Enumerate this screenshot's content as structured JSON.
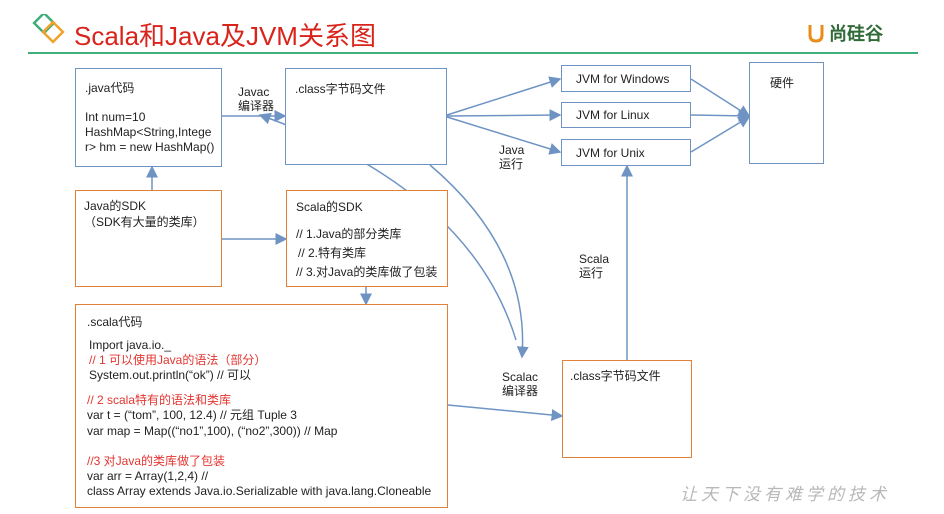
{
  "header": {
    "title": "Scala和Java及JVM关系图",
    "logo_text": "尚硅谷"
  },
  "boxes": {
    "java_code": {
      "title": ".java代码",
      "lines": [
        "Int num=10",
        "HashMap<String,Intege",
        "r> hm = new HashMap()"
      ]
    },
    "class_file_top": {
      "title": ".class字节码文件"
    },
    "jvm_windows": "JVM for Windows",
    "jvm_linux": "JVM for Linux",
    "jvm_unix": "JVM for Unix",
    "hardware": "硬件",
    "java_sdk": {
      "line1": "Java的SDK",
      "line2": "（SDK有大量的类库）"
    },
    "scala_sdk": {
      "title": "Scala的SDK",
      "items": [
        "// 1.Java的部分类库",
        "// 2.特有类库",
        "// 3.对Java的类库做了包装"
      ]
    },
    "scala_code": {
      "title": ".scala代码",
      "import": "Import java.io._",
      "c1": "// 1 可以使用Java的语法（部分）",
      "l1": "System.out.println(“ok”) // 可以",
      "c2": "// 2 scala特有的语法和类库",
      "l2": "var t = (“tom”, 100, 12.4) // 元组 Tuple 3",
      "l3": "var map = Map((“no1”,100), (“no2”,300)) // Map",
      "c3": "//3 对Java的类库做了包装",
      "l4": "var arr = Array(1,2,4) //",
      "l5": "class Array extends Java.io.Serializable with java.lang.Cloneable"
    },
    "class_file_bottom": {
      "title": ".class字节码文件"
    }
  },
  "labels": {
    "javac": [
      "Javac",
      "编译器"
    ],
    "java_run": [
      "Java",
      "运行"
    ],
    "scala_run": [
      "Scala",
      "运行"
    ],
    "scalac": [
      "Scalac",
      "编译器"
    ]
  },
  "watermark": "让天下没有难学的技术",
  "colors": {
    "title": "#d9241c",
    "blue_border": "#6f94c4",
    "orange_border": "#e0813a",
    "comment": "#e3342f",
    "logo": "#e88c1a"
  }
}
